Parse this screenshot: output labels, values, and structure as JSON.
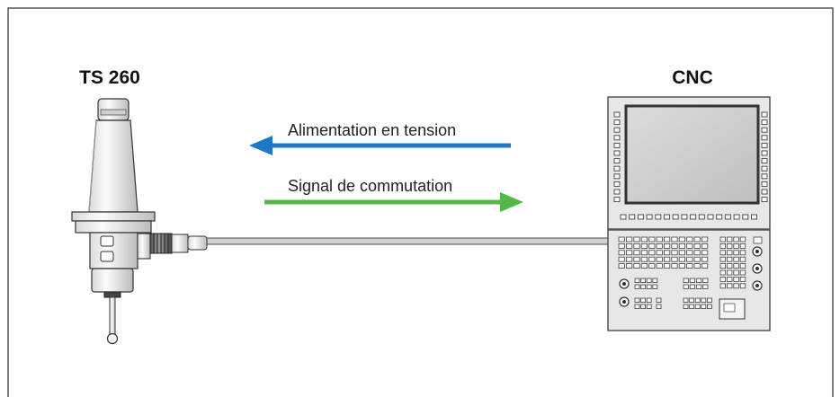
{
  "labels": {
    "probe": "TS 260",
    "cnc": "CNC",
    "supply": "Alimentation en tension",
    "signal": "Signal de commutation"
  },
  "colors": {
    "supply_arrow": "#1e78c8",
    "signal_arrow": "#54b848",
    "frame": "#555555",
    "panel": "#e7e7e7",
    "screen": "#c9c9c9"
  },
  "icons": {
    "probe": "touch-probe-icon",
    "cnc": "cnc-control-icon",
    "cable": "cable-icon"
  }
}
